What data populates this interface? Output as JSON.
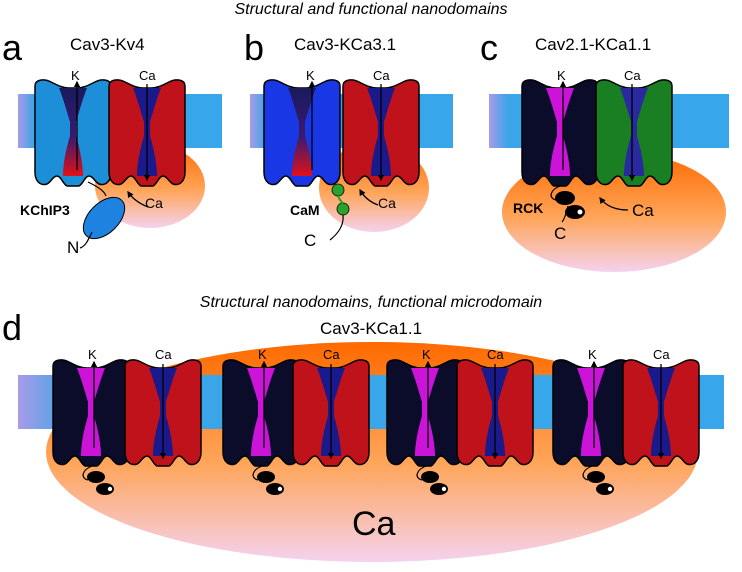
{
  "section_titles": {
    "top": "Structural and functional nanodomains",
    "bottom": "Structural nanodomains, functional microdomain"
  },
  "panels": {
    "a": {
      "letter": "a",
      "title": "Cav3-Kv4",
      "k": "K",
      "ca_channel": "Ca",
      "ca_flux": "Ca",
      "subunit": "KChIP3",
      "terminus": "N"
    },
    "b": {
      "letter": "b",
      "title": "Cav3-KCa3.1",
      "k": "K",
      "ca_channel": "Ca",
      "ca_flux": "Ca",
      "subunit": "CaM",
      "terminus": "C"
    },
    "c": {
      "letter": "c",
      "title": "Cav2.1-KCa1.1",
      "k": "K",
      "ca_channel": "Ca",
      "ca_flux": "Ca",
      "subunit": "RCK",
      "terminus": "C"
    },
    "d": {
      "letter": "d",
      "title": "Cav3-KCa1.1",
      "k": "K",
      "ca_channel": "Ca",
      "ca_domain": "Ca"
    }
  },
  "colors": {
    "membrane": "#3aa5e8",
    "cav3": "#c0121b",
    "cav_pore": "#1a1a8c",
    "kv4": "#1c8fd8",
    "kca31": "#1a37e6",
    "bk_body": "#0b0c2a",
    "bk_pore": "#cc14d8",
    "cav21": "#1a7f22",
    "kchip": "#1e83e0",
    "cam": "#2aa32a",
    "calcium_gradient_start": "#ff7a10",
    "calcium_gradient_end": "#f6d6e8"
  }
}
